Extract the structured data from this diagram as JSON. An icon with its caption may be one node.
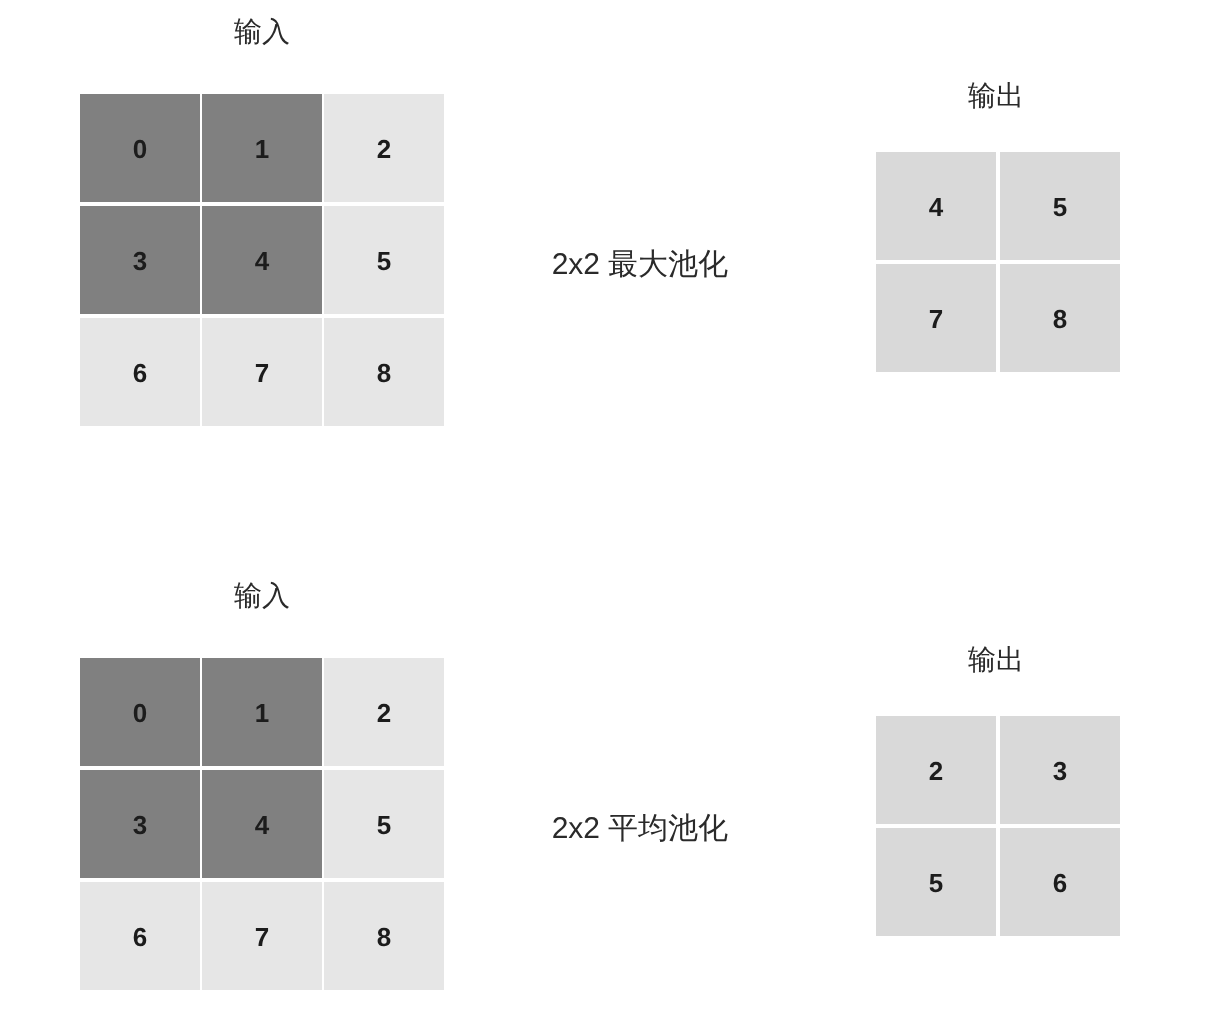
{
  "diagram": {
    "nodes": [
      {
        "text": [
          "0"
        ]
      },
      {
        "text": [
          "1"
        ]
      },
      {
        "text": [
          "2"
        ]
      },
      {
        "text": [
          "3"
        ]
      },
      {
        "text": [
          "4"
        ]
      },
      {
        "text": [
          "5"
        ]
      },
      {
        "text": [
          "6"
        ]
      },
      {
        "text": [
          "7"
        ]
      },
      {
        "text": [
          "8"
        ]
      },
      {
        "text": [
          "4"
        ]
      },
      {
        "text": [
          "5"
        ]
      },
      {
        "text": [
          "7"
        ]
      },
      {
        "text": [
          "8"
        ]
      },
      {
        "text": [
          "0"
        ]
      },
      {
        "text": [
          "1"
        ]
      },
      {
        "text": [
          "2"
        ]
      },
      {
        "text": [
          "3"
        ]
      },
      {
        "text": [
          "4"
        ]
      },
      {
        "text": [
          "5"
        ]
      },
      {
        "text": [
          "6"
        ]
      },
      {
        "text": [
          "7"
        ]
      },
      {
        "text": [
          "8"
        ]
      },
      {
        "text": [
          "2"
        ]
      },
      {
        "text": [
          "3"
        ]
      },
      {
        "text": [
          "5"
        ]
      },
      {
        "text": [
          "6"
        ]
      }
    ],
    "labels": [
      "输入",
      "2x2 最大池化",
      "输出",
      "输入",
      "2x2 平均池化",
      "输出"
    ]
  }
}
